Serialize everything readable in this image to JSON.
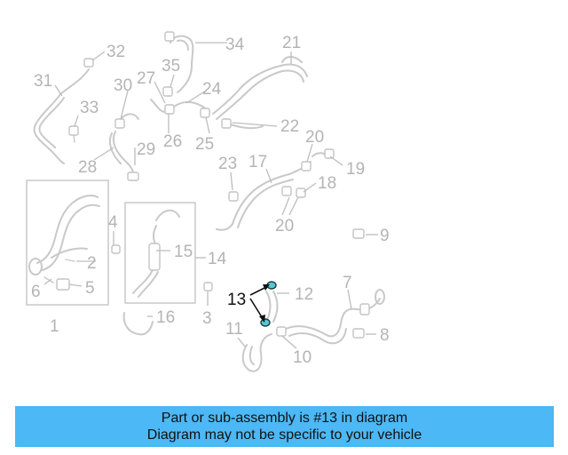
{
  "diagram": {
    "callouts": [
      "1",
      "2",
      "3",
      "4",
      "5",
      "6",
      "7",
      "8",
      "9",
      "10",
      "11",
      "12",
      "13",
      "14",
      "15",
      "16",
      "17",
      "18",
      "19",
      "20",
      "21",
      "22",
      "23",
      "24",
      "25",
      "26",
      "27",
      "28",
      "29",
      "30",
      "31",
      "32",
      "33",
      "34",
      "35"
    ],
    "highlighted": "13",
    "highlight_color": "#59c7d3"
  },
  "banner": {
    "line1": "Part or sub-assembly is #13 in diagram",
    "line2": "Diagram may not be specific to your vehicle",
    "background": "#4cb8f5"
  }
}
